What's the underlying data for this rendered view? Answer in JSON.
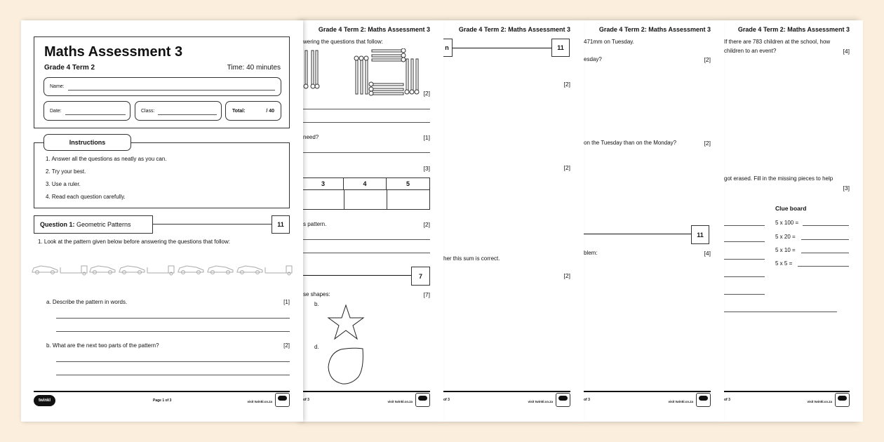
{
  "front": {
    "title": "Maths Assessment 3",
    "grade": "Grade 4 Term 2",
    "time": "Time: 40 minutes",
    "name_label": "Name:",
    "date_label": "Date:",
    "class_label": "Class:",
    "total_label": "Total:",
    "total_value": "/ 40",
    "instructions_title": "Instructions",
    "instructions": [
      "1.  Answer all the questions as neatly as you can.",
      "2.  Try your best.",
      "3.  Use a ruler.",
      "4.  Read each question carefully."
    ],
    "question_label": "Question 1:",
    "question_title": "Geometric Patterns",
    "question_marks": "11",
    "q1_text": "1.  Look at the pattern given below before answering the questions that follow:",
    "qa": "a.  Describe the pattern in words.",
    "qa_marks": "[1]",
    "qb": "b.  What are the next two parts of the pattern?",
    "qb_marks": "[2]",
    "logo": "twinkl",
    "page": "Page 1 of 3",
    "visit": "visit twinkl.co.za"
  },
  "header": "Grade 4 Term 2: Maths Assessment 3",
  "page2": {
    "l1": "wering the questions that follow:",
    "m1": "[2]",
    "l2": "need?",
    "m2": "[1]",
    "m3": "[3]",
    "table_headers": [
      "3",
      "4",
      "5"
    ],
    "l4": "s pattern.",
    "m4": "[2]",
    "box": "7",
    "l5": "se shapes:",
    "m5": "[7]",
    "b": "b.",
    "d": "d.",
    "foot": "of 3",
    "visit": "visit twinkl.co.za"
  },
  "page3": {
    "box_left": "n",
    "box": "11",
    "m1": "[2]",
    "m2": "[2]",
    "l3": "her this sum is correct.",
    "m3": "[2]",
    "foot": "of 3",
    "visit": "visit twinkl.co.za"
  },
  "page4": {
    "l1": "471mm on Tuesday.",
    "l2": "esday?",
    "m2": "[2]",
    "l3": "on the Tuesday than on the Monday?",
    "m3": "[2]",
    "box": "11",
    "l4": "blem:",
    "m4": "[4]",
    "foot": "of 3",
    "visit": "visit twinkl.co.za"
  },
  "page5": {
    "l1": "If there are 783 children at the school, how",
    "l2": "children to an event?",
    "m2": "[4]",
    "l3": "got erased.  Fill in the missing pieces to help",
    "m3": "[3]",
    "clue_title": "Clue board",
    "clues": [
      "5 x 100 =",
      "5 x 20 =",
      "5 x 10 =",
      "5 x 5 ="
    ],
    "foot": "of 3",
    "visit": "visit twinkl.co.za"
  }
}
